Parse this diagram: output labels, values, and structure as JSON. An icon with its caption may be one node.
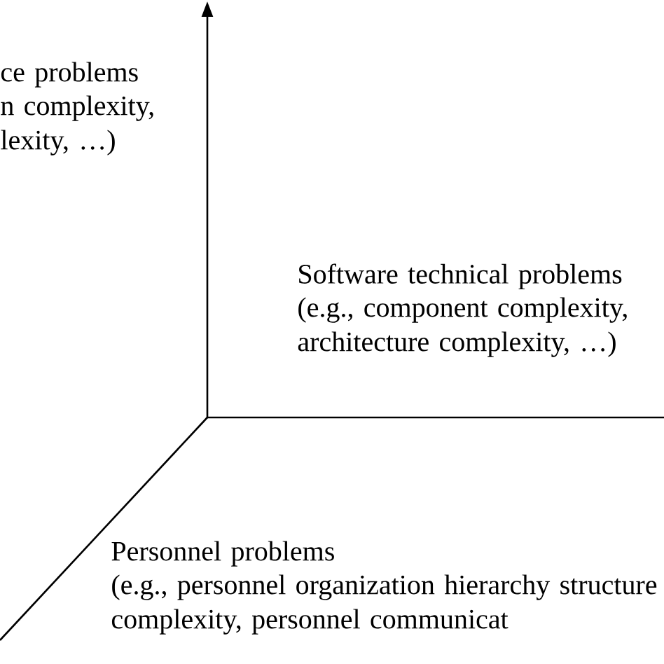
{
  "diagram": {
    "labels": [
      "ce problems",
      "n complexity, lexity, …)",
      "Software technical problems",
      "(e.g., component complexity, architecture complexity, …)",
      "Personnel problems",
      "(e.g., personnel organization hierarchy structure complexity, personnel communicat"
    ]
  }
}
